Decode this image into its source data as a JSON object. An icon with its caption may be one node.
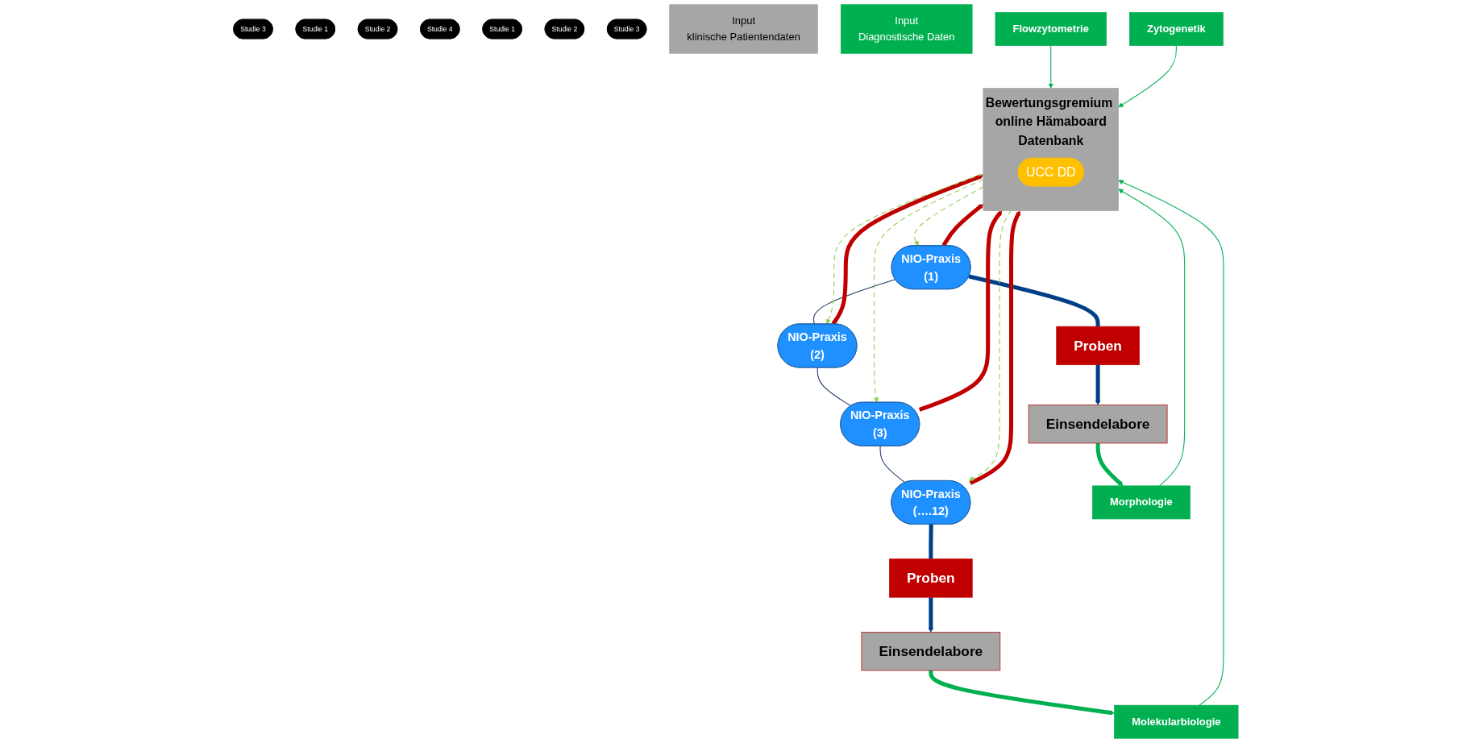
{
  "diagram": {
    "nodes": [
      {
        "text": [
          "NIO-Praxis",
          "(1)"
        ]
      },
      {
        "text": [
          "Studie 3"
        ]
      },
      {
        "text": [
          "Studie 1"
        ]
      },
      {
        "text": [
          "NIO-Praxis",
          "(2)"
        ]
      },
      {
        "text": [
          "Studie 2"
        ]
      },
      {
        "text": [
          "Studie 4"
        ]
      },
      {
        "text": [
          "Studie 1"
        ]
      },
      {
        "text": [
          "NIO-Praxis",
          "(3)"
        ]
      },
      {
        "text": [
          "Studie 2"
        ]
      },
      {
        "text": [
          "NIO-Praxis",
          "(….12)"
        ]
      },
      {
        "text": [
          "Studie 3"
        ]
      },
      {
        "text": [
          "Proben"
        ]
      },
      {
        "text": [
          "Einsendelabore"
        ]
      },
      {
        "text": [
          "Input",
          "klinische Patientendaten"
        ]
      },
      {
        "text": [
          "Bewertungsgremium online Hämaboard",
          "Datenbank"
        ]
      },
      {
        "text": [
          "UCC DD"
        ],
        "in": 14
      },
      {
        "text": [
          "Proben"
        ]
      },
      {
        "text": [
          "Einsendelabore"
        ]
      },
      {
        "text": [
          "Input",
          "Diagnostische Daten"
        ]
      },
      {
        "text": [
          "Morphologie"
        ]
      },
      {
        "text": [
          "Flowzytometrie"
        ]
      },
      {
        "text": [
          "Zytogenetik"
        ]
      },
      {
        "text": [
          "Molekularbiologie"
        ]
      }
    ],
    "edges": [
      {
        "from": 0,
        "to": 3,
        "arrow": "none",
        "color": "#1f3864"
      },
      {
        "from": 3,
        "to": 7,
        "arrow": "none",
        "color": "#1f3864"
      },
      {
        "from": 7,
        "to": 9,
        "arrow": "none",
        "color": "#1f3864"
      },
      {
        "from": 0,
        "to": 14,
        "arrow": "to",
        "style": "thick",
        "color": "#c00000"
      },
      {
        "from": 14,
        "to": 0,
        "arrow": "to",
        "style": "dashed",
        "color": "#92d050"
      },
      {
        "from": 3,
        "to": 14,
        "arrow": "to",
        "style": "thick",
        "color": "#c00000"
      },
      {
        "from": 14,
        "to": 3,
        "arrow": "to",
        "style": "dashed",
        "color": "#92d050"
      },
      {
        "from": 7,
        "to": 14,
        "arrow": "to",
        "style": "thick",
        "color": "#c00000"
      },
      {
        "from": 14,
        "to": 7,
        "arrow": "to",
        "style": "dashed",
        "color": "#92d050"
      },
      {
        "from": 9,
        "to": 14,
        "arrow": "to",
        "style": "thick",
        "color": "#c00000"
      },
      {
        "from": 14,
        "to": 9,
        "arrow": "to",
        "style": "dashed",
        "color": "#92d050"
      },
      {
        "from": 0,
        "to": 11,
        "arrow": "none",
        "style": "thick",
        "color": "#003f87"
      },
      {
        "from": 11,
        "to": 12,
        "arrow": "to",
        "style": "thick",
        "color": "#003f87"
      },
      {
        "from": 9,
        "to": 16,
        "arrow": "none",
        "style": "thick",
        "color": "#003f87"
      },
      {
        "from": 16,
        "to": 17,
        "arrow": "to",
        "style": "thick",
        "color": "#003f87"
      },
      {
        "from": 12,
        "to": 19,
        "arrow": "to",
        "style": "thick",
        "color": "#00b050"
      },
      {
        "from": 17,
        "to": 22,
        "arrow": "to",
        "style": "thick",
        "color": "#00b050"
      },
      {
        "from": 19,
        "to": 14,
        "arrow": "to",
        "color": "#00b050"
      },
      {
        "from": 20,
        "to": 14,
        "arrow": "to",
        "color": "#00b050"
      },
      {
        "from": 21,
        "to": 14,
        "arrow": "to",
        "color": "#00b050"
      },
      {
        "from": 22,
        "to": 14,
        "arrow": "to",
        "color": "#00b050"
      }
    ]
  }
}
